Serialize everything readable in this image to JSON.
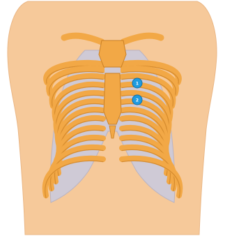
{
  "figure": {
    "subject": "torso-rib-cage",
    "colors": {
      "background": "#ffffff",
      "skin": "#f6c99a",
      "skin_shadow": "#eab684",
      "bone": "#f2a846",
      "bone_dark": "#c97f24",
      "cartilage": "#cfcad6",
      "cartilage_edge": "#b9b3c2",
      "marker": "#1e9be0",
      "marker_ring": "#0f6fa8"
    }
  },
  "markers": [
    {
      "label": "1",
      "color": "#1e9be0"
    },
    {
      "label": "2",
      "color": "#1e9be0"
    }
  ]
}
